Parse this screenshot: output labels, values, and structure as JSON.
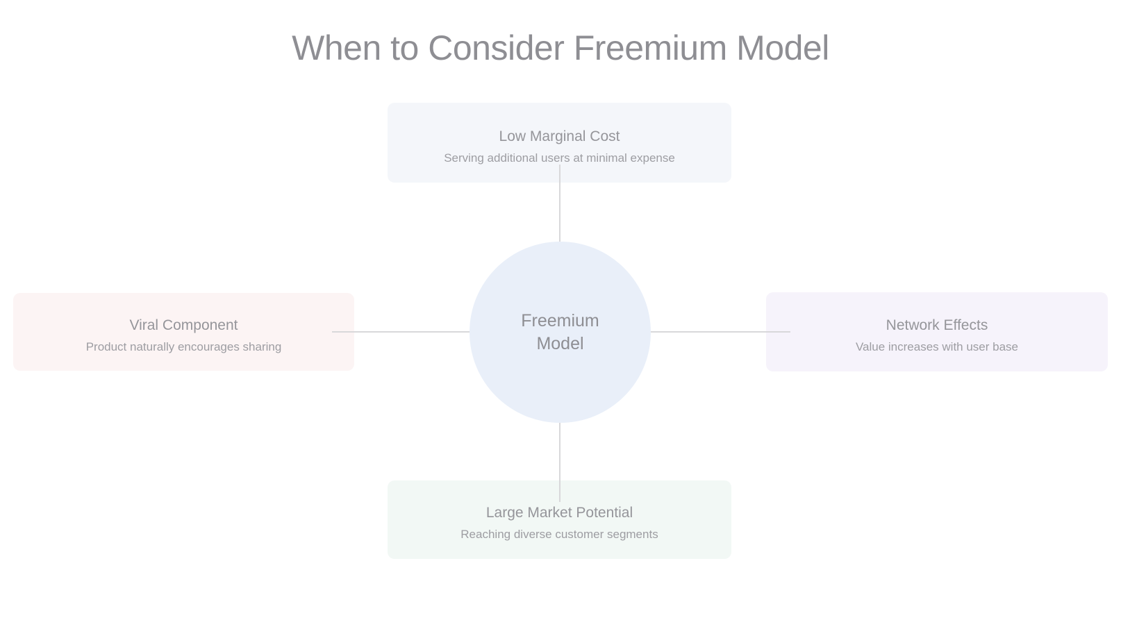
{
  "page": {
    "title": "When to Consider Freemium Model",
    "background_color": "#ffffff"
  },
  "center_node": {
    "label_line1": "Freemium",
    "label_line2": "Model",
    "bg_color": "#e9eff9",
    "text_color": "#8e8e93"
  },
  "connectors": {
    "color": "#d8d8da"
  },
  "factors": [
    {
      "position": "top",
      "title": "Low Marginal Cost",
      "description": "Serving additional users at minimal expense",
      "bg_color": "#f4f6fa"
    },
    {
      "position": "left",
      "title": "Viral Component",
      "description": "Product naturally encourages sharing",
      "bg_color": "#fcf4f4"
    },
    {
      "position": "right",
      "title": "Network Effects",
      "description": "Value increases with user base",
      "bg_color": "#f6f3fb"
    },
    {
      "position": "bottom",
      "title": "Large Market Potential",
      "description": "Reaching diverse customer segments",
      "bg_color": "#f2f8f5"
    }
  ],
  "text_colors": {
    "main_title": "#8e8e93",
    "factor_title": "#95959a",
    "factor_description": "#9d9da2"
  }
}
